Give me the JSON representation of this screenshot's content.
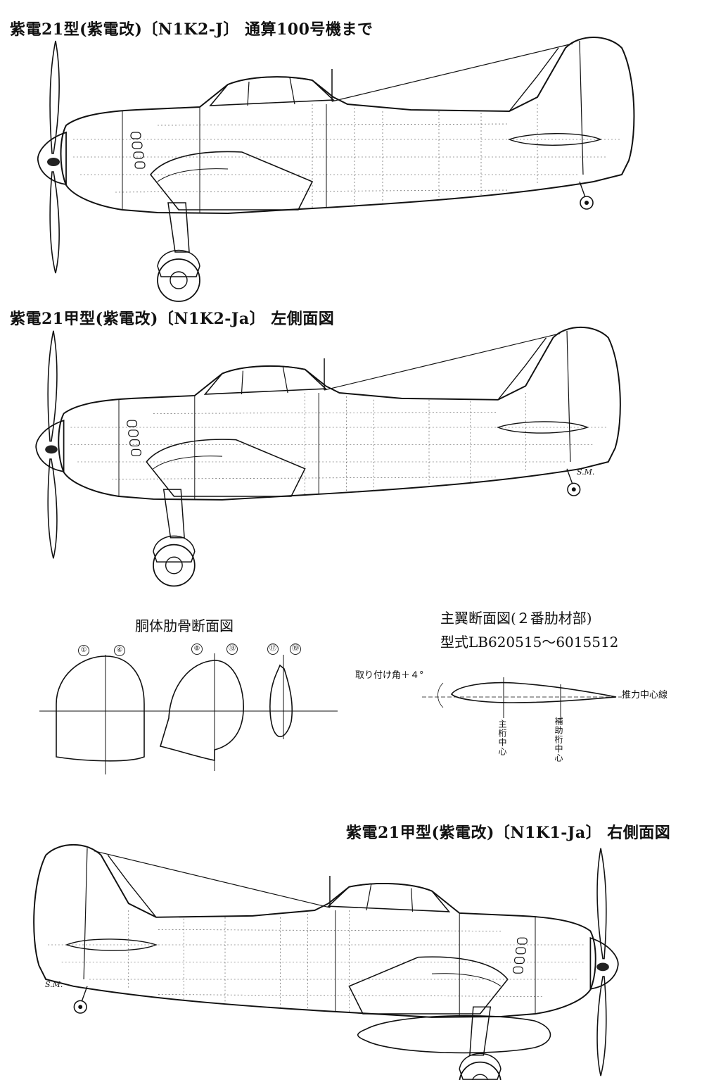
{
  "plates": [
    {
      "id": "plate1",
      "title": "紫電21型(紫電改)〔N1K2-J〕 通算100号機まで"
    },
    {
      "id": "plate2",
      "title": "紫電21甲型(紫電改)〔N1K2-Ja〕 左側面図"
    },
    {
      "id": "plate3",
      "title": "紫電21甲型(紫電改)〔N1K1-Ja〕 右側面図"
    }
  ],
  "fuselage_sections": {
    "title": "胴体肋骨断面図",
    "markers": [
      "①",
      "④",
      "⑧",
      "⑬",
      "⑰",
      "⑲"
    ]
  },
  "wing_section": {
    "title": "主翼断面図(２番肋材部)",
    "subtitle": "型式LB620515～6015512",
    "incidence": "取り付け角＋４°",
    "thrust_line": "推力中心線",
    "main_spar": "主桁中心",
    "aux_spar": "補助桁中心"
  },
  "signature": "S.M."
}
